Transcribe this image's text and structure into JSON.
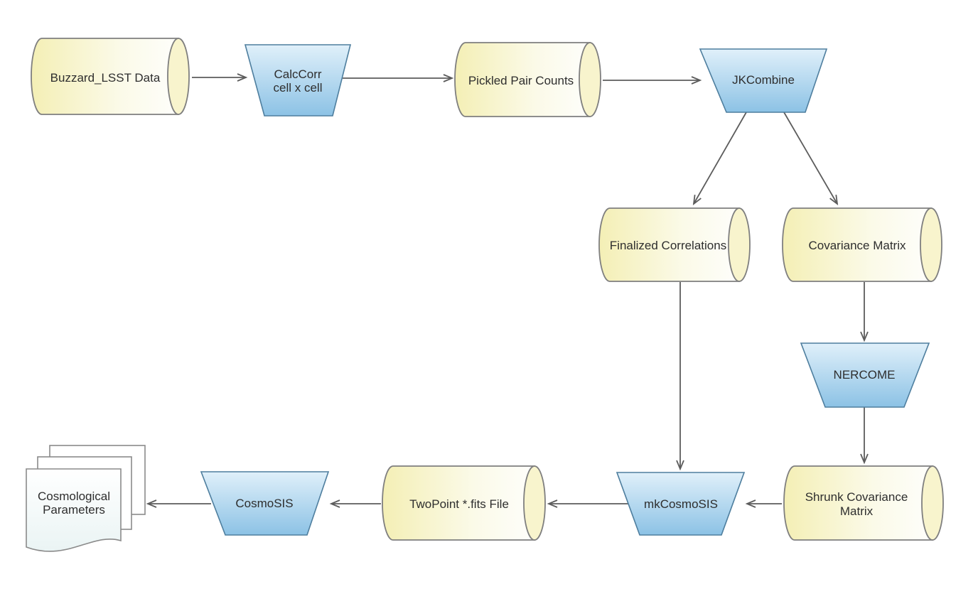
{
  "flowchart": {
    "nodes": {
      "buzzard_lsst_data": {
        "label": "Buzzard_LSST Data",
        "type": "data-store"
      },
      "calccorr": {
        "label_line1": "CalcCorr",
        "label_line2": "cell x cell",
        "type": "process"
      },
      "pickled_pair_counts": {
        "label": "Pickled Pair Counts",
        "type": "data-store"
      },
      "jkcombine": {
        "label": "JKCombine",
        "type": "process"
      },
      "finalized_correlations": {
        "label": "Finalized Correlations",
        "type": "data-store"
      },
      "covariance_matrix": {
        "label": "Covariance Matrix",
        "type": "data-store"
      },
      "nercome": {
        "label": "NERCOME",
        "type": "process"
      },
      "shrunk_covariance_matrix": {
        "label_line1": "Shrunk Covariance",
        "label_line2": "Matrix",
        "type": "data-store"
      },
      "mkcosmosis": {
        "label": "mkCosmoSIS",
        "type": "process"
      },
      "twopoint_fits_file": {
        "label": "TwoPoint *.fits File",
        "type": "data-store"
      },
      "cosmosis": {
        "label": "CosmoSIS",
        "type": "process"
      },
      "cosmological_parameters": {
        "label_line1": "Cosmological",
        "label_line2": "Parameters",
        "type": "document-stack"
      }
    },
    "edges": [
      {
        "from": "Buzzard_LSST Data",
        "to": "CalcCorr cell x cell"
      },
      {
        "from": "CalcCorr cell x cell",
        "to": "Pickled Pair Counts"
      },
      {
        "from": "Pickled Pair Counts",
        "to": "JKCombine"
      },
      {
        "from": "JKCombine",
        "to": "Finalized Correlations"
      },
      {
        "from": "JKCombine",
        "to": "Covariance Matrix"
      },
      {
        "from": "Finalized Correlations",
        "to": "mkCosmoSIS"
      },
      {
        "from": "Covariance Matrix",
        "to": "NERCOME"
      },
      {
        "from": "NERCOME",
        "to": "Shrunk Covariance Matrix"
      },
      {
        "from": "Shrunk Covariance Matrix",
        "to": "mkCosmoSIS"
      },
      {
        "from": "mkCosmoSIS",
        "to": "TwoPoint *.fits File"
      },
      {
        "from": "TwoPoint *.fits File",
        "to": "CosmoSIS"
      },
      {
        "from": "CosmoSIS",
        "to": "Cosmological Parameters"
      }
    ],
    "colors": {
      "background": "#ffffff",
      "store_fill_left": "#f4efb5",
      "store_fill_right": "#fefefb",
      "store_cap_fill": "#f8f4cd",
      "store_border": "#7f7f7f",
      "process_fill_top": "#e0f0fa",
      "process_fill_bottom": "#8cc2e5",
      "process_border": "#4e7e9e",
      "document_border": "#8a8a8a",
      "arrow": "#5c5c5c",
      "text": "#2e2e2e"
    }
  }
}
